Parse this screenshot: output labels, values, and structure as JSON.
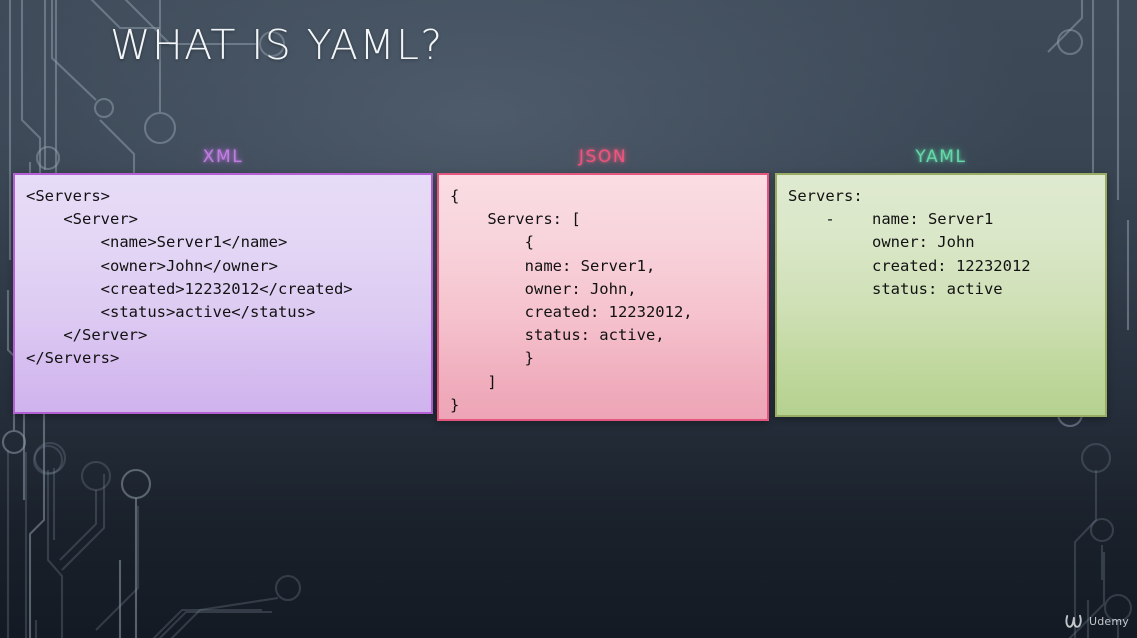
{
  "slide": {
    "title": "WHAT IS YAML?"
  },
  "columns": [
    {
      "label": "XML",
      "accent": "#c07ce0",
      "code": "<Servers>\n    <Server>\n        <name>Server1</name>\n        <owner>John</owner>\n        <created>12232012</created>\n        <status>active</status>\n    </Server>\n</Servers>"
    },
    {
      "label": "JSON",
      "accent": "#f2527c",
      "code": "{\n    Servers: [\n        {\n        name: Server1,\n        owner: John,\n        created: 12232012,\n        status: active,\n        }\n    ]\n}"
    },
    {
      "label": "YAML",
      "accent": "#63d9a8",
      "code": "Servers:\n    -    name: Server1\n         owner: John\n         created: 12232012\n         status: active"
    }
  ],
  "branding": {
    "wordmark": "Udemy"
  }
}
